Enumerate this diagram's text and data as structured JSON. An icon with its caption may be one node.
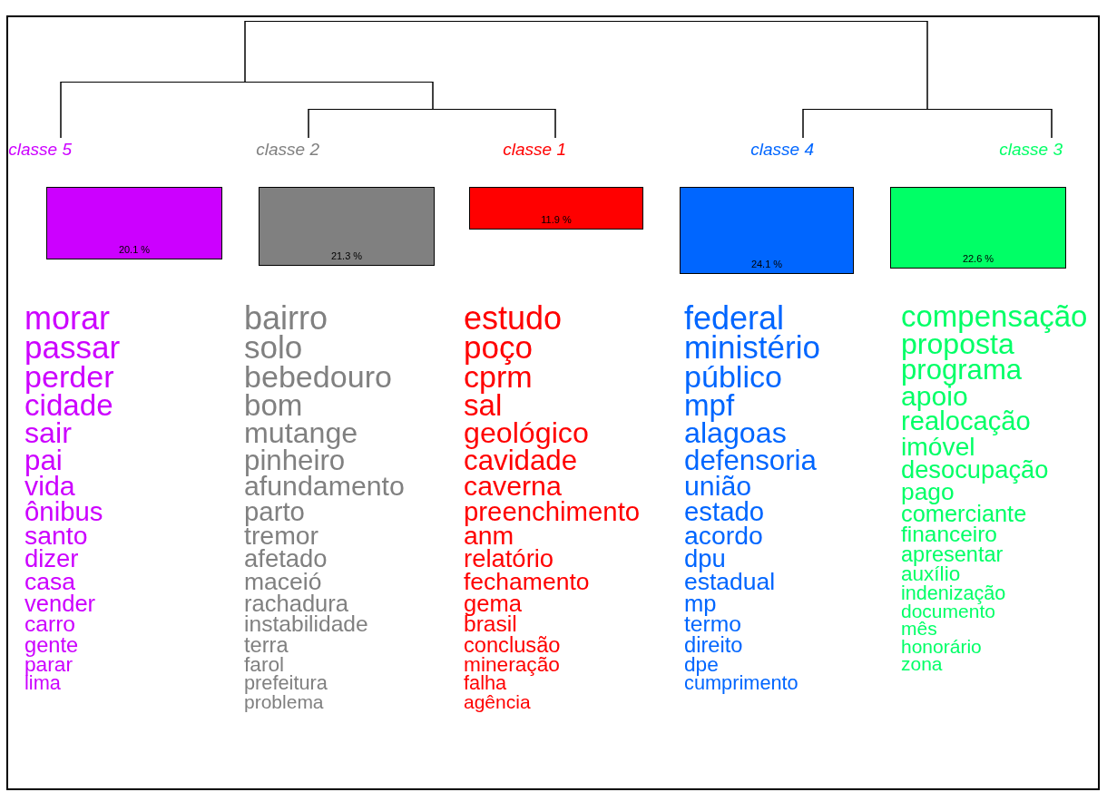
{
  "diagram": {
    "nodes": [
      {
        "text": [
          "classe 5",
          "20.1 %"
        ],
        "beside": [
          "morar",
          "passar",
          "perder",
          "cidade",
          "sair",
          "pai",
          "vida",
          "ônibus",
          "santo",
          "dizer",
          "casa",
          "vender",
          "carro",
          "gente",
          "parar",
          "lima"
        ]
      },
      {
        "text": [
          "classe 2",
          "21.3 %"
        ],
        "beside": [
          "bairro",
          "solo",
          "bebedouro",
          "bom",
          "mutange",
          "pinheiro",
          "afundamento",
          "parto",
          "tremor",
          "afetado",
          "maceió",
          "rachadura",
          "instabilidade",
          "terra",
          "farol",
          "prefeitura",
          "problema"
        ]
      },
      {
        "text": [
          "classe 1",
          "11.9 %"
        ],
        "beside": [
          "estudo",
          "poço",
          "cprm",
          "sal",
          "geológico",
          "cavidade",
          "caverna",
          "preenchimento",
          "anm",
          "relatório",
          "fechamento",
          "gema",
          "brasil",
          "conclusão",
          "mineração",
          "falha",
          "agência"
        ]
      },
      {
        "text": [
          "classe 4",
          "24.1 %"
        ],
        "beside": [
          "federal",
          "ministério",
          "público",
          "mpf",
          "alagoas",
          "defensoria",
          "união",
          "estado",
          "acordo",
          "dpu",
          "estadual",
          "mp",
          "termo",
          "direito",
          "dpe",
          "cumprimento"
        ]
      },
      {
        "text": [
          "classe 3",
          "22.6 %"
        ],
        "beside": [
          "compensação",
          "proposta",
          "programa",
          "apoio",
          "realocação",
          "imóvel",
          "desocupação",
          "pago",
          "comerciante",
          "financeiro",
          "apresentar",
          "auxílio",
          "indenização",
          "documento",
          "mês",
          "honorário",
          "zona"
        ]
      },
      {
        "text": [],
        "shape": "bar"
      },
      {
        "text": [],
        "shape": "bar"
      },
      {
        "text": [],
        "shape": "bar"
      },
      {
        "text": [],
        "shape": "bar"
      }
    ],
    "edges": [
      {
        "from": 5,
        "to": 6,
        "arrow": "none"
      },
      {
        "from": 5,
        "to": 8,
        "arrow": "none"
      },
      {
        "from": 6,
        "to": 0,
        "arrow": "none"
      },
      {
        "from": 6,
        "to": 7,
        "arrow": "none"
      },
      {
        "from": 7,
        "to": 1,
        "arrow": "none"
      },
      {
        "from": 7,
        "to": 2,
        "arrow": "none"
      },
      {
        "from": 8,
        "to": 3,
        "arrow": "none"
      },
      {
        "from": 8,
        "to": 4,
        "arrow": "none"
      }
    ]
  }
}
